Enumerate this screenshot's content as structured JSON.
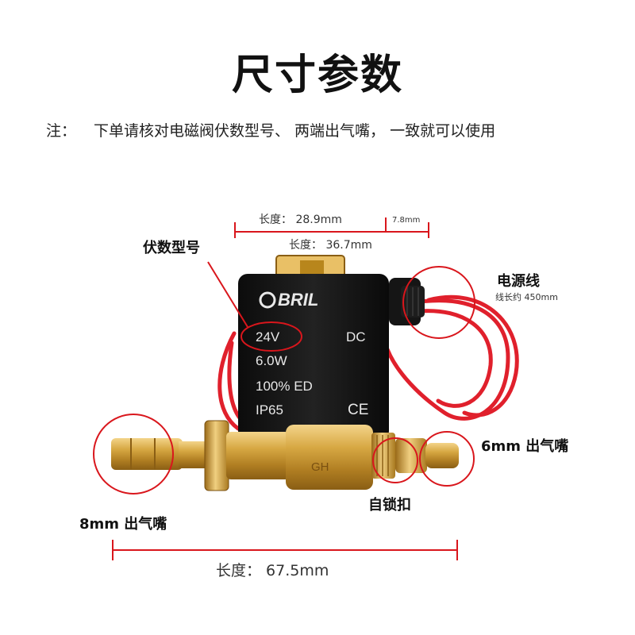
{
  "title": "尺寸参数",
  "note": {
    "label": "注：",
    "text": "下单请核对电磁阀伏数型号、 两端出气嘴， 一致就可以使用"
  },
  "dimensions": {
    "top_length_a": "长度： 28.9mm",
    "top_small": "7.8mm",
    "top_length_b": "长度： 36.7mm",
    "bottom_length": "长度： 67.5mm"
  },
  "callouts": {
    "voltage_model": "伏数型号",
    "power_cable": "电源线",
    "cable_length": "线长约 450mm",
    "outlet_6mm": "6mm 出气嘴",
    "outlet_8mm": "8mm 出气嘴",
    "self_lock": "自锁扣"
  },
  "coil": {
    "brand": "BRIL",
    "voltage": "24V",
    "current_type": "DC",
    "power": "6.0W",
    "duty": "100%  ED",
    "ip": "IP65",
    "cert": "CE",
    "body_mark": "GH"
  },
  "colors": {
    "highlight_red": "#d9161c",
    "brass": "#c9962f",
    "coil_black": "#141414",
    "wire_red": "#e0202c"
  }
}
